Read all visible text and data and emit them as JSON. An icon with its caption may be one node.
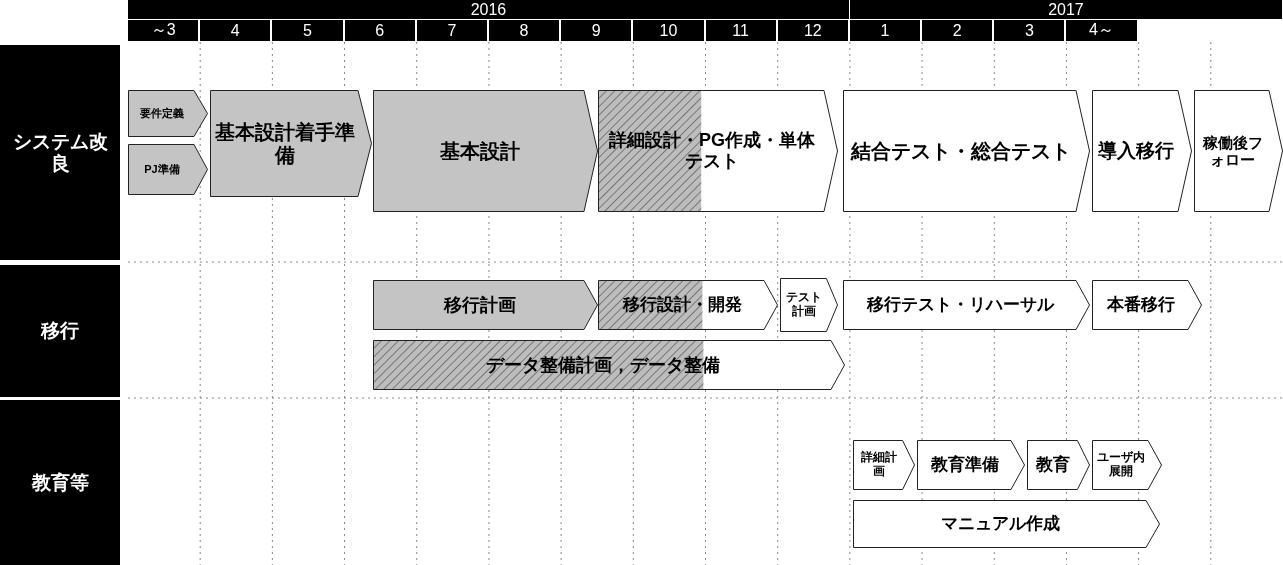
{
  "diagram": {
    "nodes": [
      {
        "text": [
          "システム改良"
        ]
      },
      {
        "text": [
          "要件定義"
        ]
      },
      {
        "text": [
          "PJ準備"
        ]
      },
      {
        "text": [
          "基本設計着手準備"
        ]
      },
      {
        "text": [
          "基本設計"
        ]
      },
      {
        "text": [
          "詳細設計・PG作成・単体テスト"
        ]
      },
      {
        "text": [
          "結合テスト・総合テスト"
        ]
      },
      {
        "text": [
          "導入移行"
        ]
      },
      {
        "text": [
          "稼働後フォロー"
        ]
      },
      {
        "text": [
          "移行"
        ]
      },
      {
        "text": [
          "移行計画"
        ]
      },
      {
        "text": [
          "移行設計・開発"
        ]
      },
      {
        "text": [
          "テスト計画"
        ]
      },
      {
        "text": [
          "移行テスト・リハーサル"
        ]
      },
      {
        "text": [
          "本番移行"
        ]
      },
      {
        "text": [
          "データ整備計画，データ整備"
        ]
      },
      {
        "text": [
          "教育等"
        ]
      },
      {
        "text": [
          "詳細計画"
        ]
      },
      {
        "text": [
          "教育準備"
        ]
      },
      {
        "text": [
          "教育"
        ]
      },
      {
        "text": [
          "ユーザ内展開"
        ]
      },
      {
        "text": [
          "マニュアル作成"
        ]
      }
    ],
    "labels": [
      "2016",
      "2017",
      "～3",
      "4",
      "5",
      "6",
      "7",
      "8",
      "9",
      "10",
      "11",
      "12",
      "1",
      "2",
      "3",
      "4～"
    ]
  }
}
